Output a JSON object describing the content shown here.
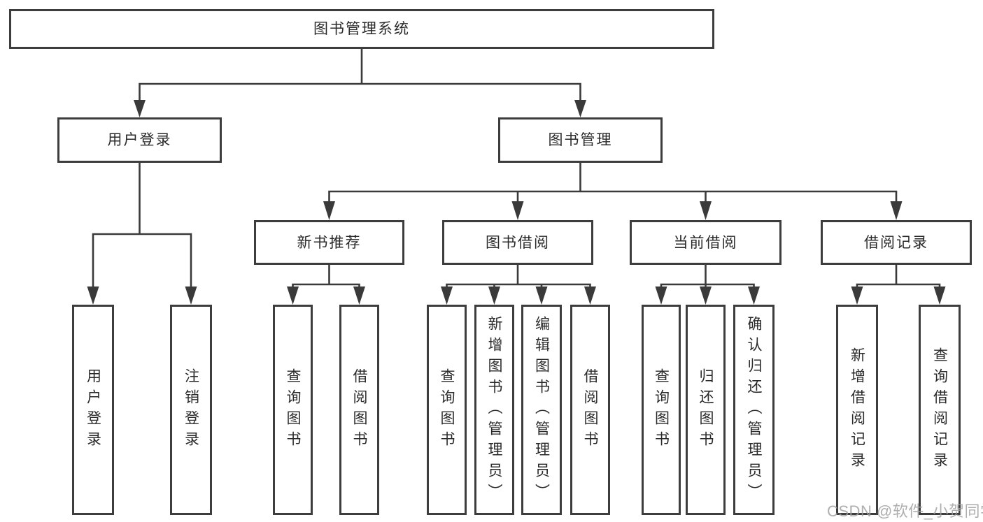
{
  "diagram": {
    "title": "图书管理系统",
    "branches": {
      "user_login": {
        "label": "用户登录",
        "children": [
          {
            "label": "用户登录"
          },
          {
            "label": "注销登录"
          }
        ]
      },
      "book_management": {
        "label": "图书管理",
        "sections": [
          {
            "label": "新书推荐",
            "children": [
              {
                "label": "查询图书"
              },
              {
                "label": "借阅图书"
              }
            ]
          },
          {
            "label": "图书借阅",
            "children": [
              {
                "label": "查询图书"
              },
              {
                "label": "新增图书（管理员）"
              },
              {
                "label": "编辑图书（管理员）"
              },
              {
                "label": "借阅图书"
              }
            ]
          },
          {
            "label": "当前借阅",
            "children": [
              {
                "label": "查询图书"
              },
              {
                "label": "归还图书"
              },
              {
                "label": "确认归还（管理员）"
              }
            ]
          },
          {
            "label": "借阅记录",
            "children": [
              {
                "label": "新增借阅记录"
              },
              {
                "label": "查询借阅记录"
              }
            ]
          }
        ]
      }
    }
  },
  "watermark": "CSDN @软件_小贺同学",
  "colors": {
    "line": "#3a3a3a",
    "box_border": "#3d3d3d",
    "text": "#2a2a2a",
    "watermark": "#a0a0a0",
    "background": "#ffffff"
  }
}
